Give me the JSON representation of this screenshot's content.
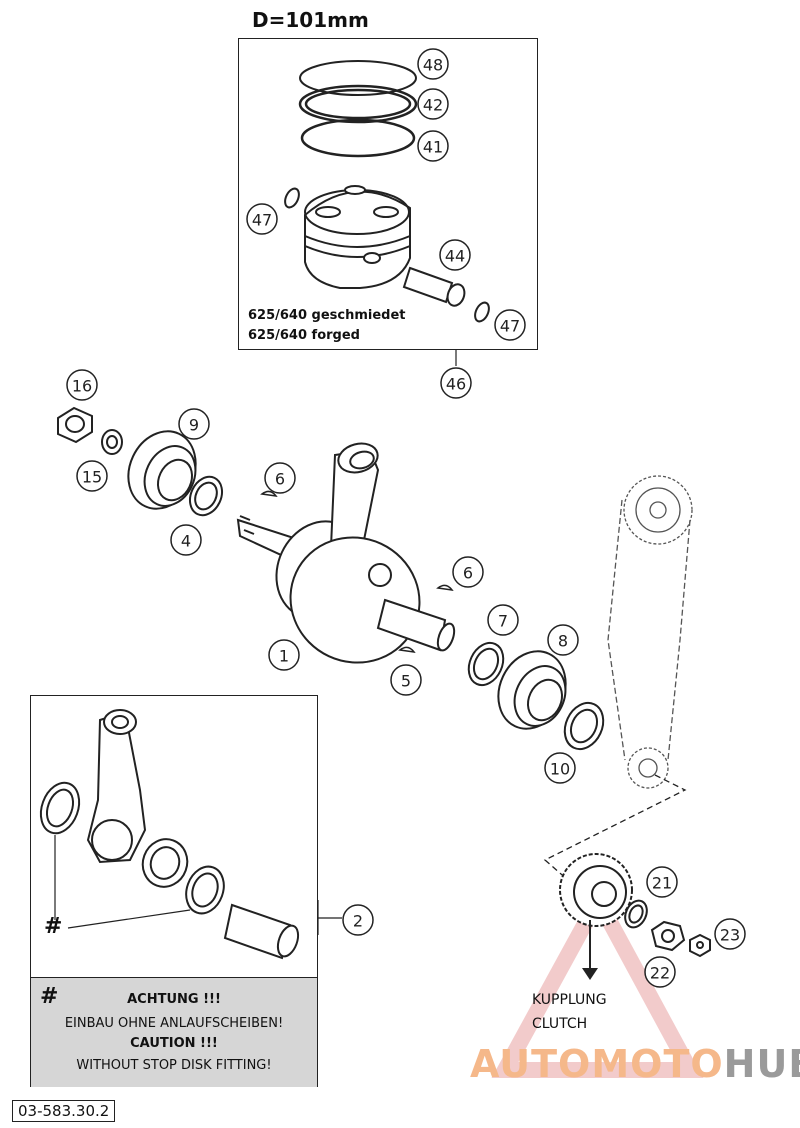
{
  "title": "D=101mm",
  "piston_box": {
    "line1": "625/640  geschmiedet",
    "line2": "625/640  forged"
  },
  "note": {
    "hash": "#",
    "line1": "ACHTUNG !!!",
    "line2": "EINBAU OHNE ANLAUFSCHEIBEN!",
    "line3": "CAUTION !!!",
    "line4": "WITHOUT STOP DISK FITTING!"
  },
  "conrod_hash": "#",
  "clutch": {
    "line1": "KUPPLUNG",
    "line2": "CLUTCH"
  },
  "diagram_code": "03-583.30.2",
  "watermark": {
    "part1": "AUTOMOTO",
    "part2": "HUB",
    "color1": "#f5b88a",
    "color2": "#9a9a9a",
    "triangle_color": "#e8a0a0"
  },
  "callouts": [
    "48",
    "42",
    "41",
    "47",
    "44",
    "47",
    "46",
    "16",
    "9",
    "15",
    "4",
    "6",
    "6",
    "1",
    "7",
    "8",
    "5",
    "10",
    "2",
    "21",
    "23",
    "22"
  ]
}
